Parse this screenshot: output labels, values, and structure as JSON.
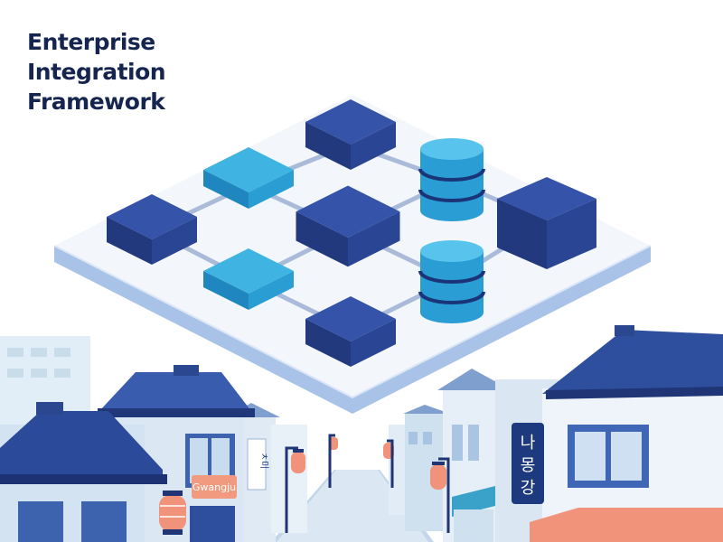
{
  "title": {
    "line1": "Enterprise",
    "line2": "Integration",
    "line3": "Framework"
  },
  "signs": {
    "left_sign": "Gwangju",
    "left_vertical": "ㅊ미",
    "right_vertical": [
      "나",
      "몽",
      "강"
    ]
  },
  "palette": {
    "navy": "#2d4a9c",
    "cyan": "#35a8d8",
    "roof": "#2b4790",
    "lantern": "#f1927a",
    "text": "#16254f"
  },
  "icons": [
    "server-block-icon",
    "database-icon",
    "lantern-icon",
    "street-lamp-icon"
  ]
}
